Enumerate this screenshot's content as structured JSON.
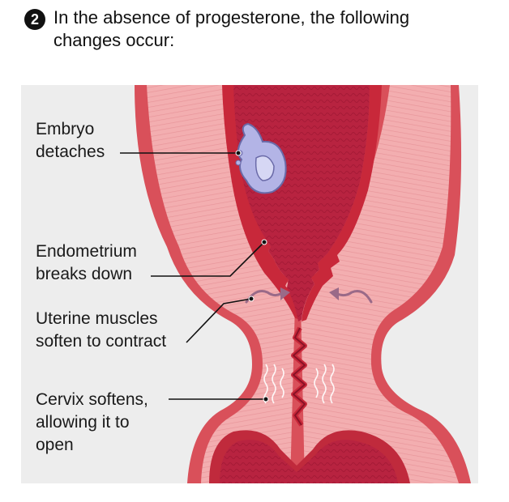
{
  "header": {
    "step_number": "2",
    "text_line1": "In the absence of progesterone, the following",
    "text_line2": "changes occur:"
  },
  "labels": {
    "embryo": [
      "Embryo",
      "detaches"
    ],
    "endometrium": [
      "Endometrium",
      "breaks down"
    ],
    "muscles": [
      "Uterine muscles",
      "soften to contract"
    ],
    "cervix": [
      "Cervix softens,",
      "allowing it to",
      "open"
    ]
  },
  "colors": {
    "background_panel": "#ededed",
    "muscle_pink": "#f1a3a6",
    "muscle_outer": "#d9505a",
    "endometrium_red": "#c8283a",
    "cavity_dark": "#b21f38",
    "embryo_purple": "#b3b4e6",
    "arrow_purple": "#9a6a88"
  },
  "icons": {
    "embryo": "embryo-icon",
    "arrows": "contraction-arrow-icon"
  }
}
